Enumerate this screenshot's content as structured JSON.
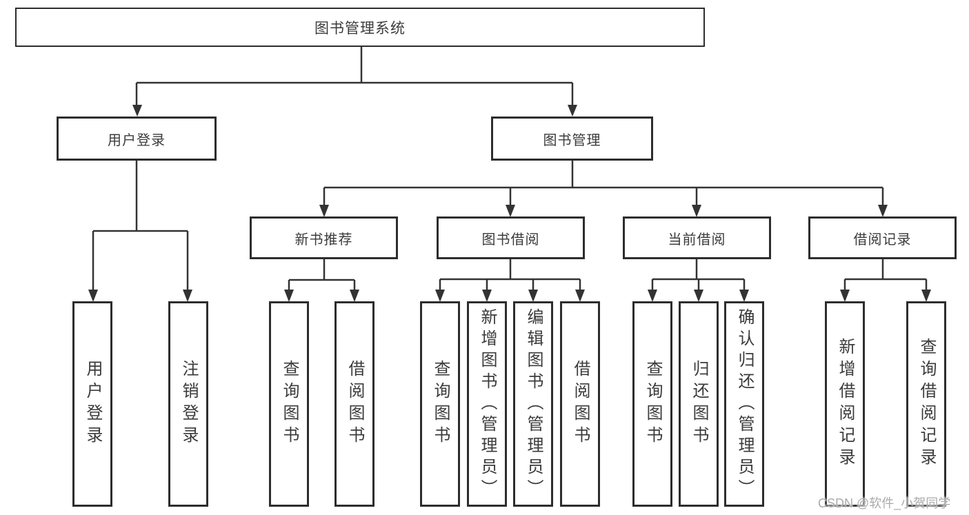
{
  "diagram": {
    "title": "图书管理系统",
    "level1": {
      "user_login": "用户登录",
      "book_management": "图书管理"
    },
    "level2": {
      "new_book_recommend": "新书推荐",
      "book_borrow": "图书借阅",
      "current_borrow": "当前借阅",
      "borrow_records": "借阅记录"
    },
    "leaves": {
      "user_login": "用户登录",
      "logout": "注销登录",
      "query_book_recommend": "查询图书",
      "borrow_book_recommend": "借阅图书",
      "query_book_borrow": "查询图书",
      "add_book_admin": "新增图书（管理员）",
      "edit_book_admin": "编辑图书（管理员）",
      "borrow_book_borrow": "借阅图书",
      "query_book_current": "查询图书",
      "return_book": "归还图书",
      "confirm_return_admin": "确认归还（管理员）",
      "add_borrow_record": "新增借阅记录",
      "query_borrow_record": "查询借阅记录"
    },
    "watermark": "CSDN @软件_小贺同学",
    "colors": {
      "line": "#333333",
      "border": "#2d2d2d",
      "text": "#3b3b3b",
      "watermark": "#aaaaaa",
      "background": "#ffffff"
    }
  }
}
